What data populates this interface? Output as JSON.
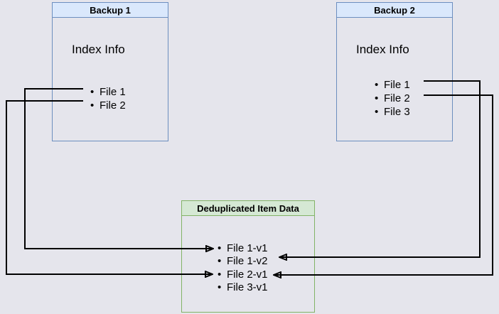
{
  "diagram": {
    "background_color": "#e5e5ec",
    "line_color": "#000000",
    "boxes": [
      {
        "id": "backup-1",
        "title": "Backup 1",
        "subtitle": "Index Info",
        "items": [
          "File 1",
          "File 2"
        ],
        "header_fill": "#dae8fc",
        "border_color": "#6c8ebf"
      },
      {
        "id": "backup-2",
        "title": "Backup 2",
        "subtitle": "Index Info",
        "items": [
          "File 1",
          "File 2",
          "File 3"
        ],
        "header_fill": "#dae8fc",
        "border_color": "#6c8ebf"
      },
      {
        "id": "deduplicated-item-data",
        "title": "Deduplicated Item Data",
        "items": [
          "File 1-v1",
          "File 1-v2",
          "File 2-v1",
          "File 3-v1"
        ],
        "header_fill": "#d5e8d4",
        "border_color": "#82b366"
      }
    ],
    "connections": [
      {
        "from": "Backup 1 / File 1",
        "to": "Deduplicated Item Data / File 1-v1"
      },
      {
        "from": "Backup 1 / File 2",
        "to": "Deduplicated Item Data / File 2-v1"
      },
      {
        "from": "Backup 2 / File 1",
        "to": "Deduplicated Item Data / File 1-v2"
      },
      {
        "from": "Backup 2 / File 2",
        "to": "Deduplicated Item Data / File 2-v1"
      }
    ]
  }
}
